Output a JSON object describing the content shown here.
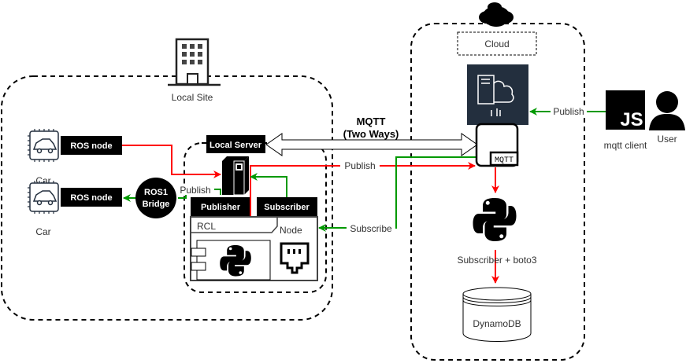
{
  "colors": {
    "red_flow": "#ff0000",
    "green_flow": "#009900",
    "aws_panel": "#232f3e",
    "black": "#000000",
    "text": "#333333"
  },
  "zones": {
    "local_site": {
      "label": "Local Site",
      "icon": "building-icon"
    },
    "cloud": {
      "label": "Cloud",
      "icon": "cloud-icon"
    }
  },
  "car_nodes": [
    {
      "icon": "car-chip-icon",
      "node_label": "ROS node",
      "caption": "Car"
    },
    {
      "icon": "car-chip-icon",
      "node_label": "ROS node",
      "caption": "Car"
    }
  ],
  "bridge": {
    "label_line1": "ROS1",
    "label_line2": "Bridge"
  },
  "local_server": {
    "label": "Local Server",
    "icon": "server-icon",
    "publisher_label": "Publisher",
    "subscriber_label": "Subscriber",
    "rcl_label": "RCL",
    "node_label": "Node"
  },
  "aws": {
    "icon": "aws-iot-icon",
    "badge": "MQTT"
  },
  "subscriber_service": {
    "label": "Subscriber + boto3",
    "icon": "python-icon"
  },
  "database": {
    "label": "DynamoDB"
  },
  "client": {
    "js_label": "JS",
    "client_label": "mqtt client",
    "user_label": "User"
  },
  "connections": {
    "mqtt_line1": "MQTT",
    "mqtt_line2": "(Two Ways)",
    "publish_local": "Publish",
    "publish_cloud": "Publish",
    "subscribe_cloud": "Subscribe",
    "publish_client": "Publish"
  }
}
